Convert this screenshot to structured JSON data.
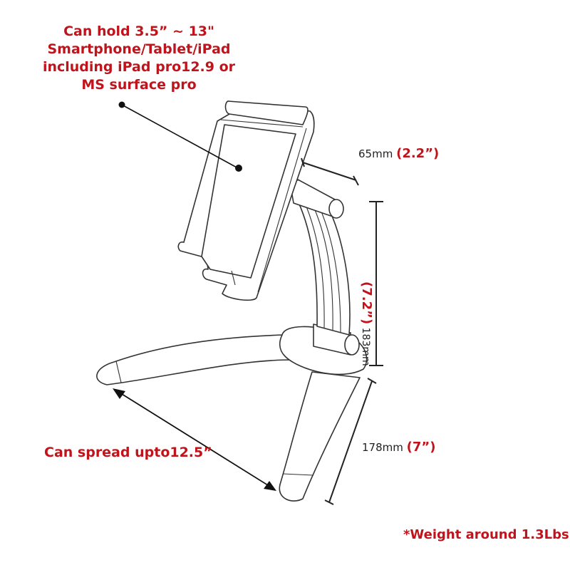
{
  "callouts": {
    "device_support": {
      "lines": [
        "Can hold 3.5” ~ 13\"",
        "Smartphone/Tablet/iPad",
        "including iPad pro12.9 or",
        "MS surface pro"
      ]
    },
    "spread": "Can spread upto12.5”",
    "weight": "*Weight around 1.3Lbs"
  },
  "dimensions": {
    "holder_depth": {
      "metric": "65mm",
      "imperial": "(2.2”)"
    },
    "arm_height": {
      "metric": "183mm",
      "imperial": "(7.2”)"
    },
    "leg_length": {
      "metric": "178mm",
      "imperial": "(7”)"
    }
  },
  "colors": {
    "accent_red": "#c0141c",
    "line": "#333333",
    "background": "#ffffff"
  }
}
